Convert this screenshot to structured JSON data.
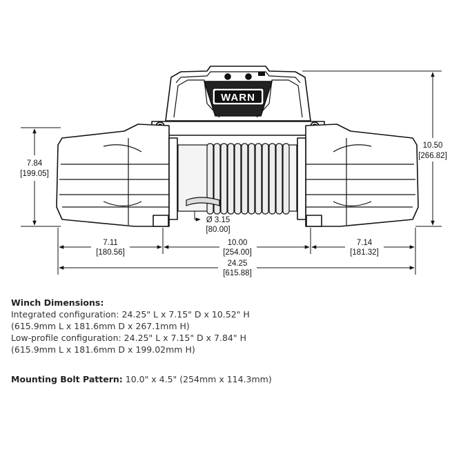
{
  "drawing": {
    "logo": "WARN",
    "dimensions": {
      "height_low": "7.84",
      "height_low_mm": "[199.05]",
      "height_full": "10.50",
      "height_full_mm": "[266.82]",
      "cable_dia": "Ø 3.15",
      "cable_dia_mm": "[80.00]",
      "left_width": "7.11",
      "left_width_mm": "[180.56]",
      "center_width": "10.00",
      "center_width_mm": "[254.00]",
      "right_width": "7.14",
      "right_width_mm": "[181.32]",
      "total_length": "24.25",
      "total_length_mm": "[615.88]"
    }
  },
  "specs": {
    "heading": "Winch Dimensions:",
    "integrated": "Integrated configuration: 24.25\" L x 7.15\" D x 10.52\" H",
    "integrated_mm": "(615.9mm L x 181.6mm D x 267.1mm H)",
    "lowprofile": "Low-profile configuration: 24.25\" L x 7.15\" D x 7.84\" H",
    "lowprofile_mm": "(615.9mm L x 181.6mm D x 199.02mm H)",
    "bolt_label": "Mounting Bolt Pattern:",
    "bolt_value": " 10.0\" x 4.5\" (254mm x 114.3mm)"
  }
}
